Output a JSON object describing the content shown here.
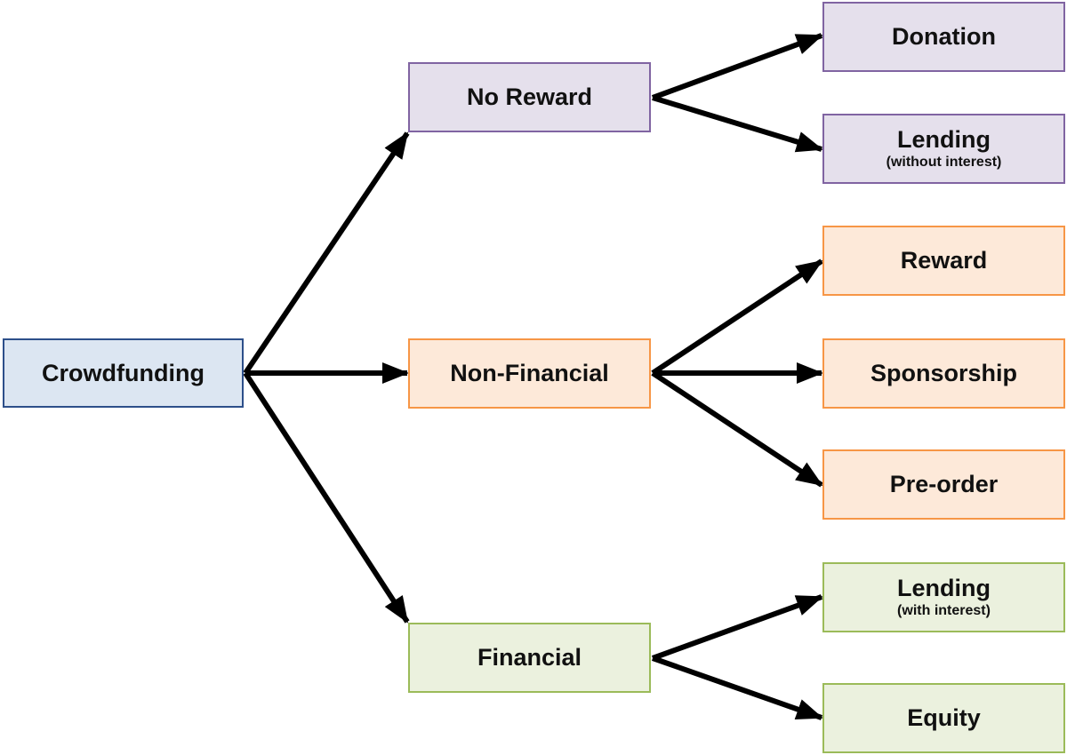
{
  "colors": {
    "arrow": "#000000",
    "blue": {
      "fill": "#dce6f2",
      "stroke": "#2d4f8a"
    },
    "purple": {
      "fill": "#e5e0ec",
      "stroke": "#8064a2"
    },
    "orange": {
      "fill": "#fde9d9",
      "stroke": "#f79646"
    },
    "green": {
      "fill": "#ebf1de",
      "stroke": "#9bbb59"
    }
  },
  "root": {
    "label": "Crowdfunding",
    "color": "blue"
  },
  "branches": [
    {
      "label": "No Reward",
      "color": "purple",
      "children": [
        {
          "label": "Donation",
          "sub": ""
        },
        {
          "label": "Lending",
          "sub": "(without interest)"
        }
      ]
    },
    {
      "label": "Non-Financial",
      "color": "orange",
      "children": [
        {
          "label": "Reward",
          "sub": ""
        },
        {
          "label": "Sponsorship",
          "sub": ""
        },
        {
          "label": "Pre-order",
          "sub": ""
        }
      ]
    },
    {
      "label": "Financial",
      "color": "green",
      "children": [
        {
          "label": "Lending",
          "sub": "(with interest)"
        },
        {
          "label": "Equity",
          "sub": ""
        }
      ]
    }
  ]
}
